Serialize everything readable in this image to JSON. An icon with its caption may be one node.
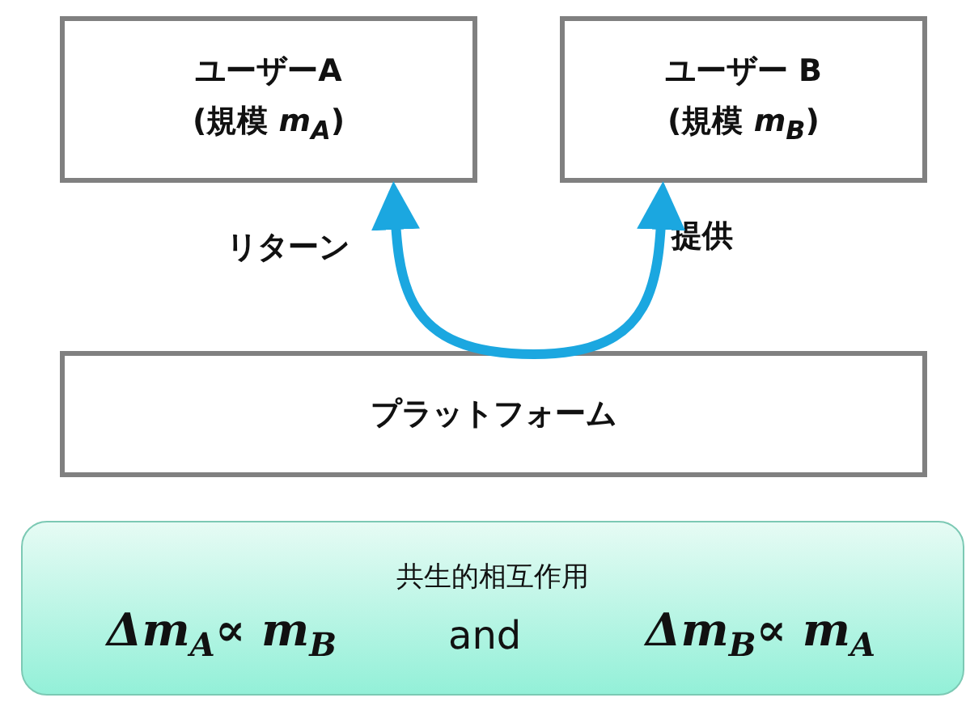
{
  "diagram": {
    "nodes": [
      {
        "text": [
          "ユーザーA",
          "(規模 *m*$_{A}$)"
        ]
      },
      {
        "text": [
          "ユーザー B",
          "(規模 *m*$_{B}$)"
        ]
      },
      {
        "text": [
          "プラットフォーム"
        ]
      },
      {
        "text": [
          "共生的相互作用",
          "Δm$_{A}$∝ m$_{B}$",
          "and",
          "Δm$_{B}$∝ m$_{A}$"
        ]
      }
    ],
    "edges": [
      {
        "from": 2,
        "to": 0,
        "arrow": "to",
        "label": "リターン"
      },
      {
        "from": 2,
        "to": 1,
        "arrow": "to",
        "label": "提供"
      }
    ]
  }
}
